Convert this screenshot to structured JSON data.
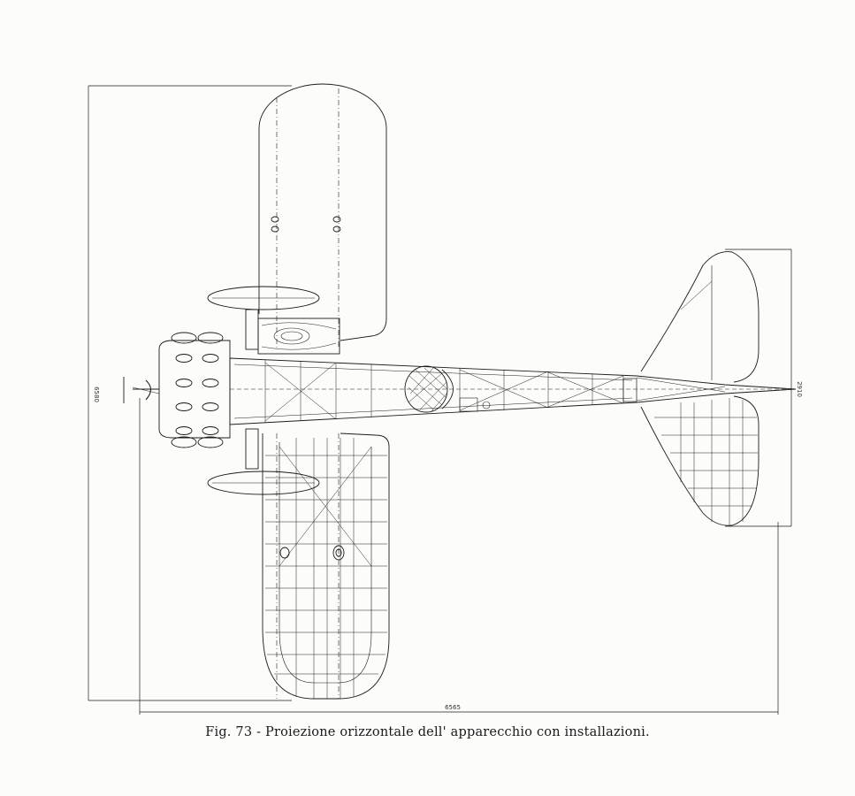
{
  "figure": {
    "caption": "Fig. 73 - Proiezione orizzontale dell' apparecchio con installazioni.",
    "dimensions": {
      "span": "6580",
      "length": "6565",
      "tail_span": "2910"
    }
  },
  "colors": {
    "paper": "#fcfcfa",
    "ink": "#1c1c1c"
  }
}
